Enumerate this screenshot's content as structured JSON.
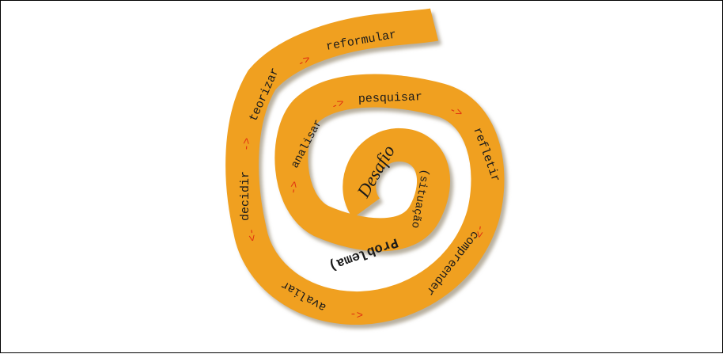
{
  "diagram": {
    "colors": {
      "band": "#f0a020",
      "band_shadow": "#b8b0a0",
      "text": "#1a1a1a",
      "arrow": "#e03010"
    },
    "center": {
      "title": "Desafio",
      "subtitle": "(situação",
      "subtitle2": "Problema)"
    },
    "arrow_glyph": "->",
    "arrow_glyph_rev": "<-",
    "steps": [
      "analisar",
      "pesquisar",
      "refletir",
      "compreender",
      "avaliar",
      "decidir",
      "teorizar",
      "reformular"
    ]
  }
}
